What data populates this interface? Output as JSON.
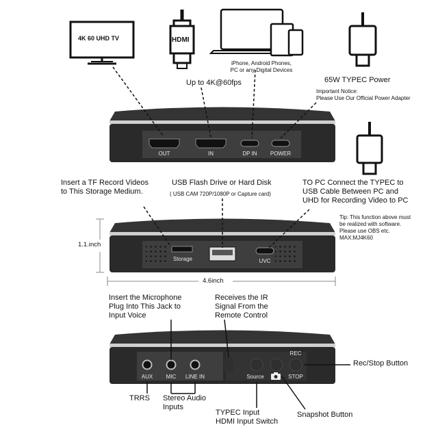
{
  "icons": {
    "tv": "tv-icon",
    "hdmi": "hdmi-plug-icon",
    "devices": "laptop-tablet-phone-icon",
    "typec": "typec-plug-icon",
    "camera": "camera-icon"
  },
  "colors": {
    "device_body": "#2b2b2b",
    "panel": "#3e3e3e",
    "stripe": "#d9d9d9",
    "ink": "#111111"
  },
  "top": {
    "tv_label": "4K 60 UHD TV",
    "hdmi_label": "HDMI",
    "devices_caption": "iPhone, Android Phones,\nPC or any Digital Devices",
    "resolution": "Up to 4K@60fps",
    "power_title": "65W TYPEC Power",
    "power_notice": "Important Notice:\nPlease Use Our Official Power Adapter",
    "ports": {
      "out": "OUT",
      "in": "IN",
      "dp_in": "DP IN",
      "power": "POWER"
    }
  },
  "middle": {
    "tf_label": "Insert a TF Record Videos\nto This Storage Medium.",
    "usb_label": "USB Flash Drive or Hard Disk",
    "usb_sub": "( USB CAM 720P/1080P or Capture card)",
    "pc_label": "TO PC Connect the TYPEC to\nUSB Cable Between PC and\nUHD for Recording Video to PC",
    "tip": "Tip: This function above must\nbe realized with software.\nPlease use OBS etc.\nMAX:MJ4K60",
    "height": "1.1.inch",
    "width": "4.6inch",
    "ports": {
      "storage": "Storage",
      "uvc": "UVC"
    }
  },
  "bottom": {
    "mic_label": "Insert the Microphone\nPlug Into This Jack to\nInput Voice",
    "ir_label": "Receives the IR\nSignal From the\nRemote Control",
    "rec_stop": "Rec/Stop Button",
    "trrs": "TRRS",
    "stereo": "Stereo Audio\nInputs",
    "typec_switch": "TYPEC Input\nHDMI Input Switch",
    "snapshot": "Snapshot Button",
    "ports": {
      "aux": "AUX",
      "mic": "MIC",
      "line_in": "LINE IN",
      "source": "Source",
      "stop": "STOP",
      "rec": "REC"
    }
  }
}
